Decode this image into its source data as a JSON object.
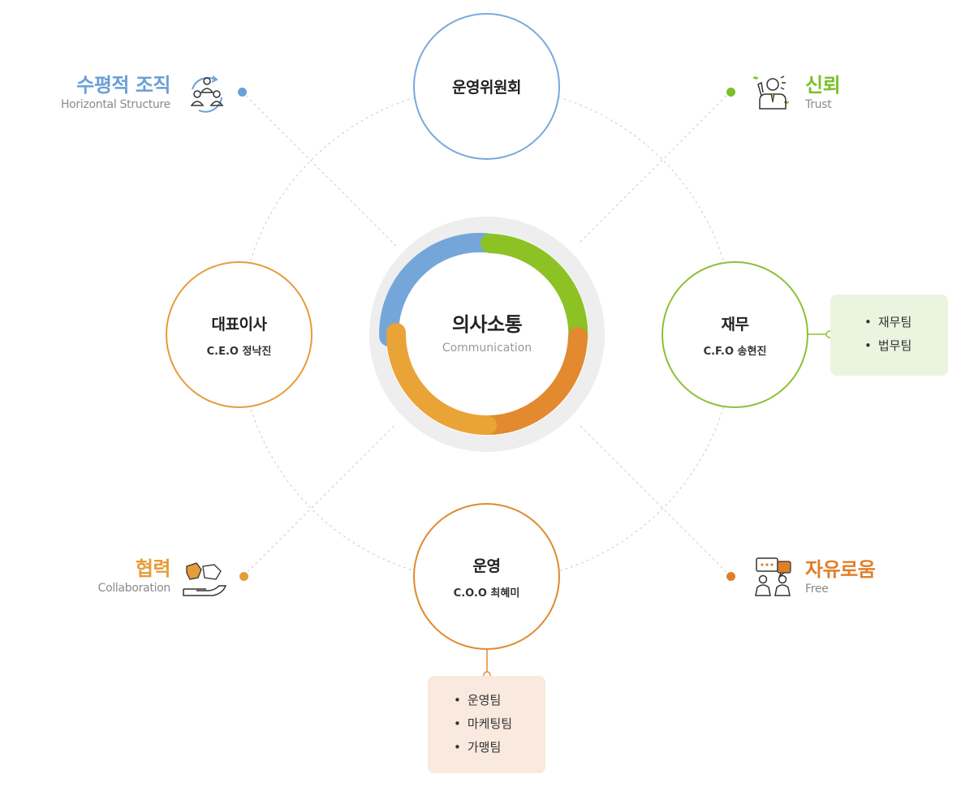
{
  "center": {
    "title": "의사소통",
    "subtitle": "Communication"
  },
  "nodes": {
    "top": {
      "title": "운영위원회",
      "color": "#7aa8dc"
    },
    "left": {
      "title": "대표이사",
      "subtitle": "C.E.O 정낙진",
      "color": "#e69c3a"
    },
    "right": {
      "title": "재무",
      "subtitle": "C.F.O 송현진",
      "color": "#8dc035"
    },
    "bottom": {
      "title": "운영",
      "subtitle": "C.O.O 최혜미",
      "color": "#e08a2e"
    }
  },
  "values": {
    "horizontal": {
      "title": "수평적 조직",
      "subtitle": "Horizontal Structure",
      "color": "#6a9fd8",
      "icon": "people-cycle-icon"
    },
    "trust": {
      "title": "신뢰",
      "subtitle": "Trust",
      "color": "#7dbf2a",
      "icon": "idea-person-icon"
    },
    "collaboration": {
      "title": "협력",
      "subtitle": "Collaboration",
      "color": "#e69c3a",
      "icon": "puzzle-hand-icon"
    },
    "free": {
      "title": "자유로움",
      "subtitle": "Free",
      "color": "#e07f2a",
      "icon": "chat-people-icon"
    }
  },
  "finance_teams": [
    "재무팀",
    "법무팀"
  ],
  "operation_teams": [
    "운영팀",
    "마케팅팀",
    "가맹팀"
  ]
}
